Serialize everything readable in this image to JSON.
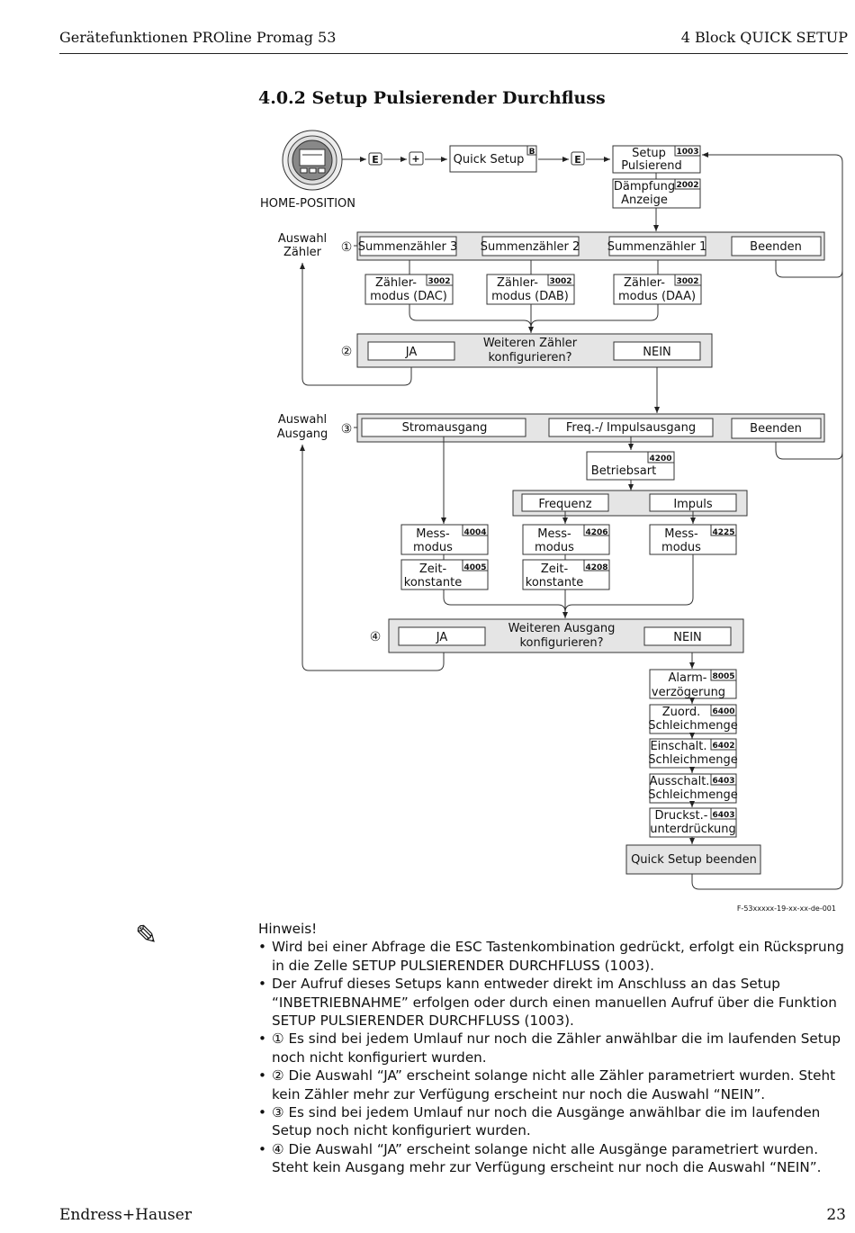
{
  "header": {
    "left": "Gerätefunktionen PROline Promag 53",
    "right": "4 Block QUICK SETUP"
  },
  "section_title": "4.0.2   Setup Pulsierender Durchfluss",
  "diagram": {
    "home_label": "HOME-POSITION",
    "key_e": "E",
    "key_plus": "+",
    "quick_setup": "Quick Setup",
    "quick_setup_tag": "B",
    "setup_line1": "Setup",
    "setup_line2": "Pulsierend",
    "setup_code": "1003",
    "daempfung_line1": "Dämpfung",
    "daempfung_line2": "Anzeige",
    "daempfung_code": "2002",
    "auswahl_zaehler_1": "Auswahl",
    "auswahl_zaehler_2": "Zähler",
    "marker1": "①",
    "marker2": "②",
    "marker3": "③",
    "marker4": "④",
    "summenzaehler3": "Summenzähler 3",
    "summenzaehler2": "Summenzähler 2",
    "summenzaehler1": "Summenzähler 1",
    "beenden": "Beenden",
    "zaehler_line1": "Zähler-",
    "zmode_dac": "modus (DAC)",
    "zmode_dab": "modus (DAB)",
    "zmode_daa": "modus (DAA)",
    "zcode": "3002",
    "ja": "JA",
    "nein": "NEIN",
    "weitere_zaehler_1": "Weiteren Zähler",
    "weitere_zaehler_2": "konfigurieren?",
    "auswahl_ausgang_1": "Auswahl",
    "auswahl_ausgang_2": "Ausgang",
    "stromausgang": "Stromausgang",
    "freq_impuls": "Freq.-/ Impulsausgang",
    "betriebsart": "Betriebsart",
    "betriebsart_code": "4200",
    "frequenz": "Frequenz",
    "impuls": "Impuls",
    "mess_line1": "Mess-",
    "mess_line2": "modus",
    "mess_code_a": "4004",
    "mess_code_b": "4206",
    "mess_code_c": "4225",
    "zeit_line1": "Zeit-",
    "zeit_line2": "konstante",
    "zeit_code_a": "4005",
    "zeit_code_b": "4208",
    "weitere_ausgang_1": "Weiteren Ausgang",
    "weitere_ausgang_2": "konfigurieren?",
    "alarm_1": "Alarm-",
    "alarm_2": "verzögerung",
    "alarm_code": "8005",
    "zuord_1": "Zuord.",
    "zuord_2": "Schleichmenge",
    "zuord_code": "6400",
    "einschalt_1": "Einschalt.",
    "einschalt_2": "Schleichmenge",
    "einschalt_code": "6402",
    "ausschalt_1": "Ausschalt.",
    "ausschalt_2": "Schleichmenge",
    "ausschalt_code": "6403",
    "druckst_1": "Druckst.-",
    "druckst_2": "unterdrückung",
    "druckst_code": "6403",
    "qs_beenden": "Quick Setup beenden",
    "figure_id": "F-53xxxxx-19-xx-xx-de-001"
  },
  "note": {
    "icon": "pencil-icon",
    "icon_glyph": "✎",
    "heading": "Hinweis!",
    "items": [
      "Wird bei einer Abfrage die ESC Tastenkombination gedrückt, erfolgt ein Rücksprung in die Zelle SETUP PULSIERENDER DURCHFLUSS (1003).",
      "Der Aufruf dieses Setups kann entweder direkt im Anschluss an das Setup “INBETRIEBNAHME” erfolgen oder durch einen manuellen Aufruf über die Funktion SETUP PULSIERENDER DURCHFLUSS (1003).",
      "① Es sind bei jedem Umlauf nur noch die Zähler anwählbar die im laufenden Setup noch nicht konfiguriert wurden.",
      "② Die Auswahl “JA” erscheint solange nicht alle Zähler parametriert wurden. Steht kein Zähler mehr zur Verfügung erscheint nur noch die Auswahl “NEIN”.",
      "③ Es sind bei jedem Umlauf nur noch die Ausgänge anwählbar die im laufenden Setup noch nicht konfiguriert wurden.",
      "④ Die Auswahl “JA” erscheint solange nicht alle Ausgänge parametriert wurden. Steht kein Ausgang mehr zur Verfügung erscheint nur noch die Auswahl “NEIN”."
    ]
  },
  "footer": {
    "brand": "Endress+Hauser",
    "page": "23"
  }
}
